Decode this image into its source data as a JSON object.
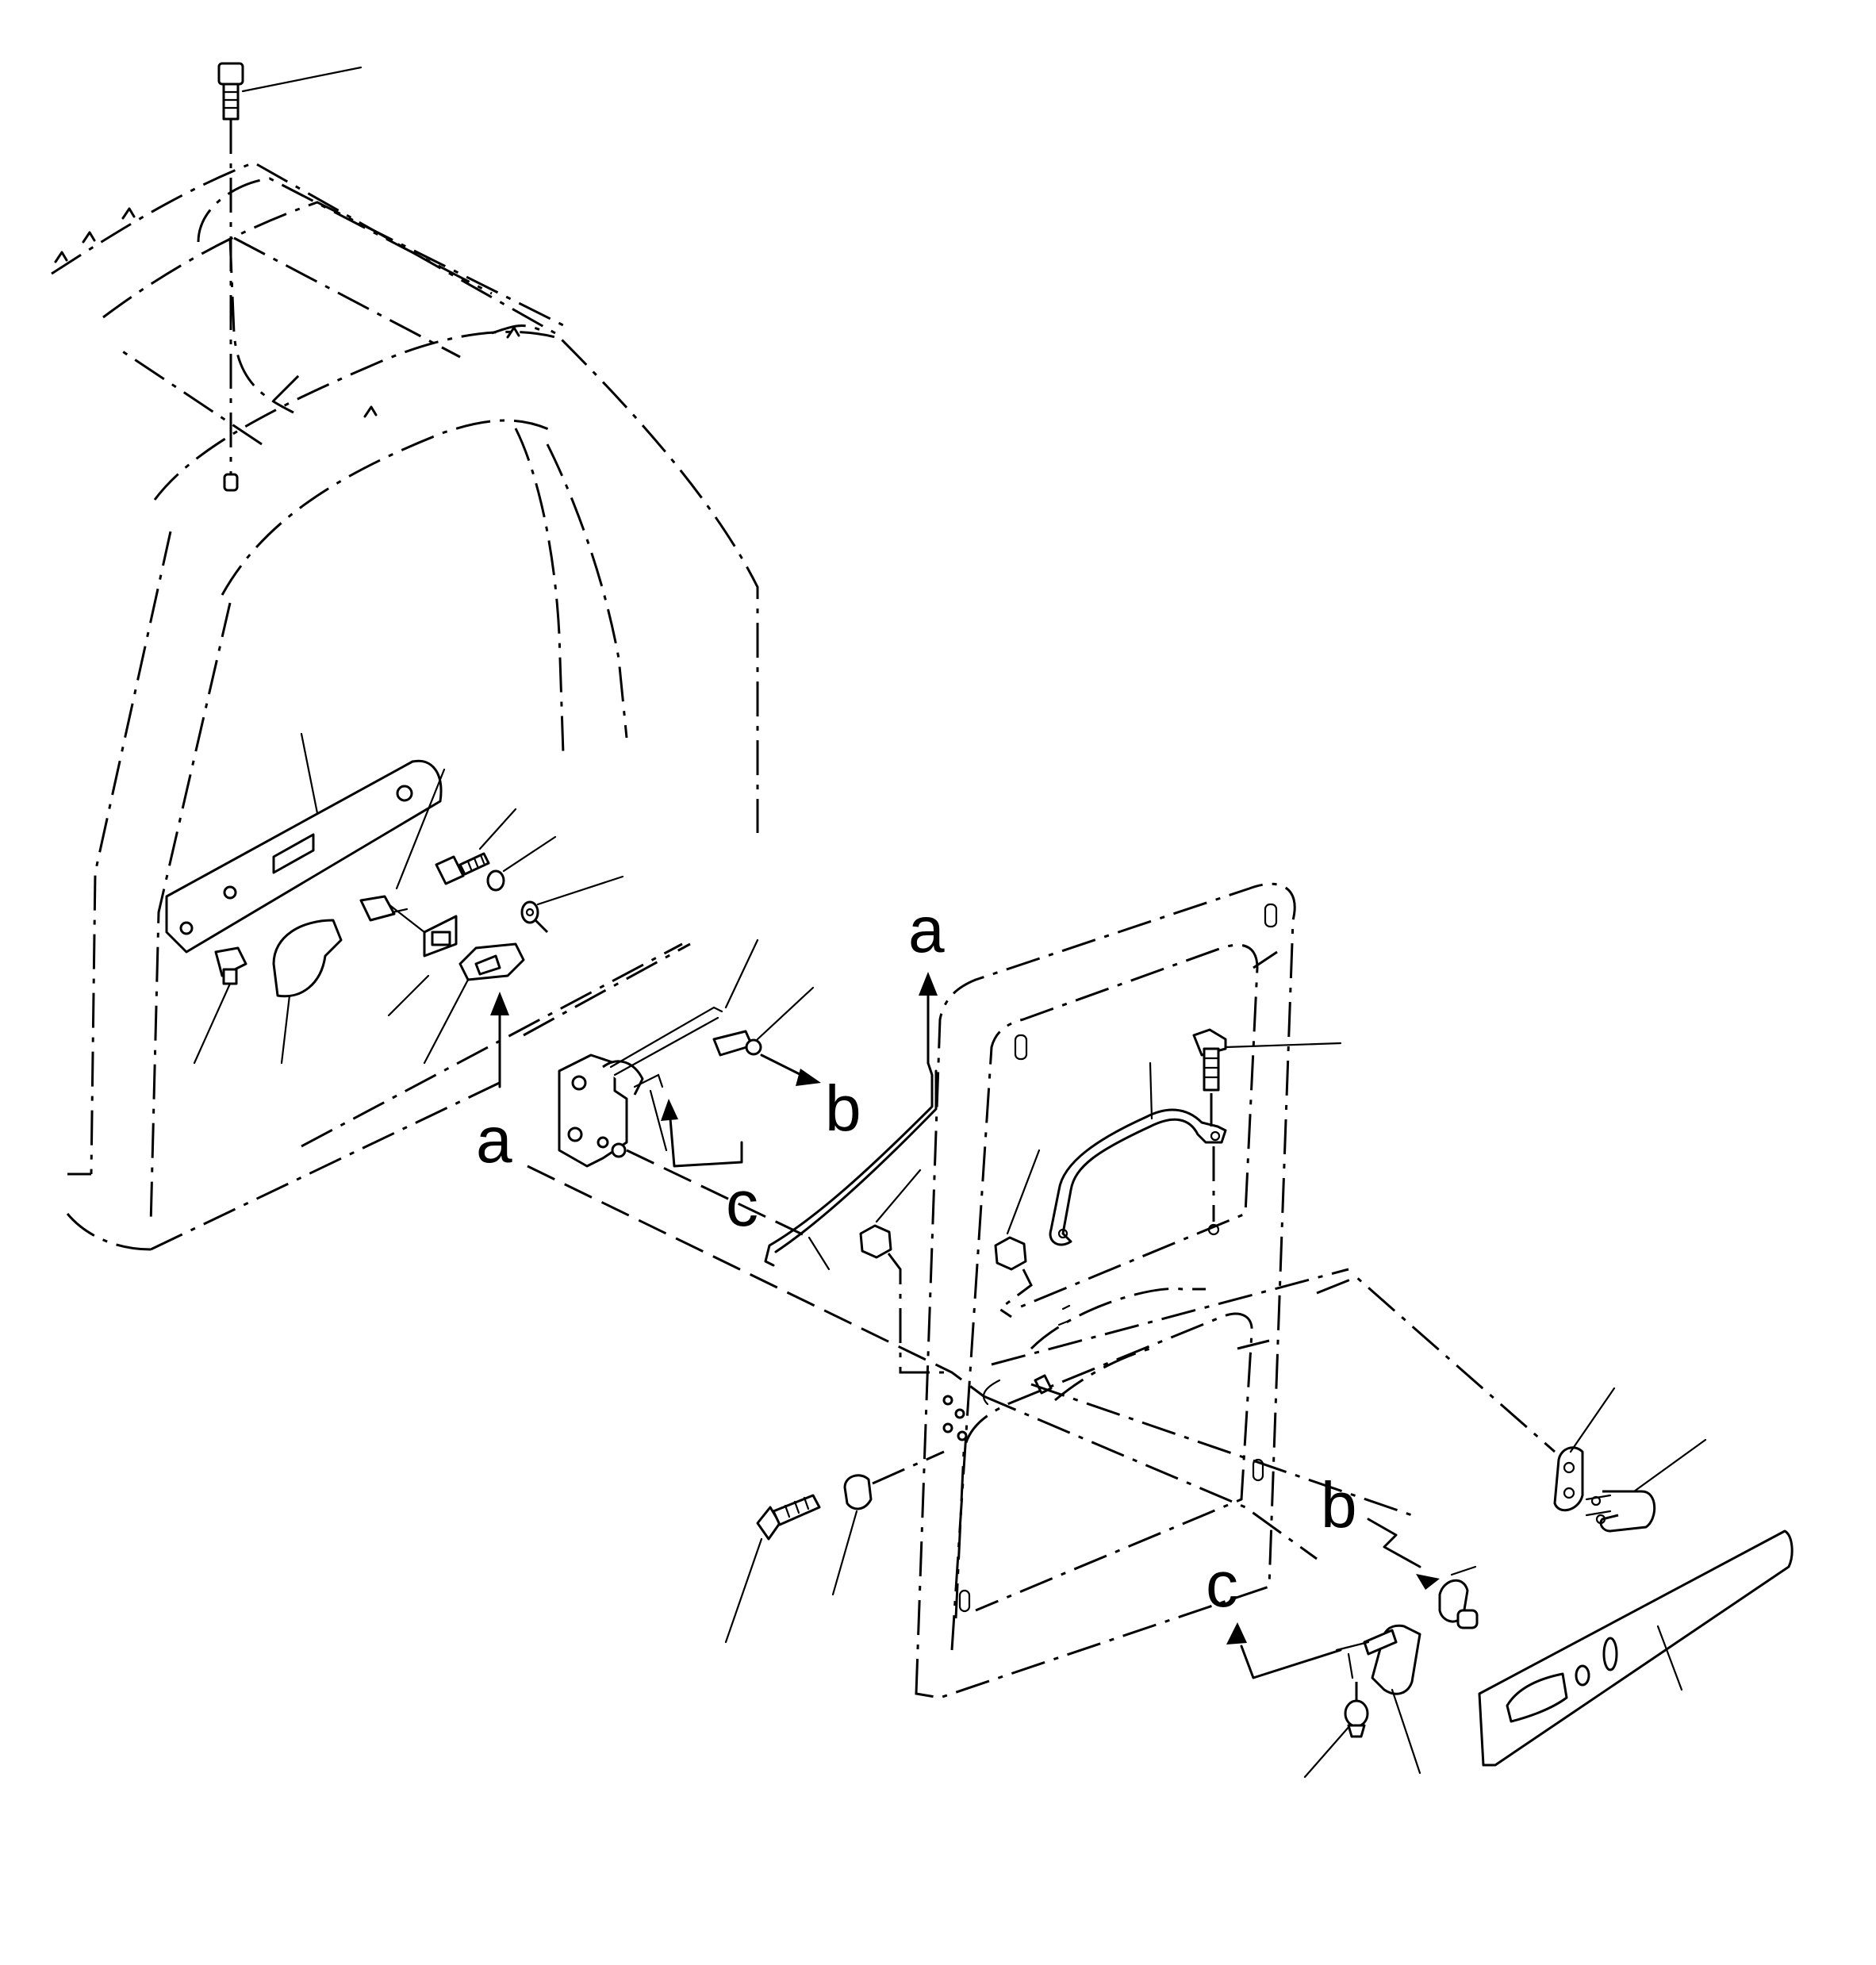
{
  "callouts": {
    "a_top": "a",
    "a_left": "a",
    "b_mid": "b",
    "b_right": "b",
    "c_mid": "c",
    "c_lower": "c"
  }
}
